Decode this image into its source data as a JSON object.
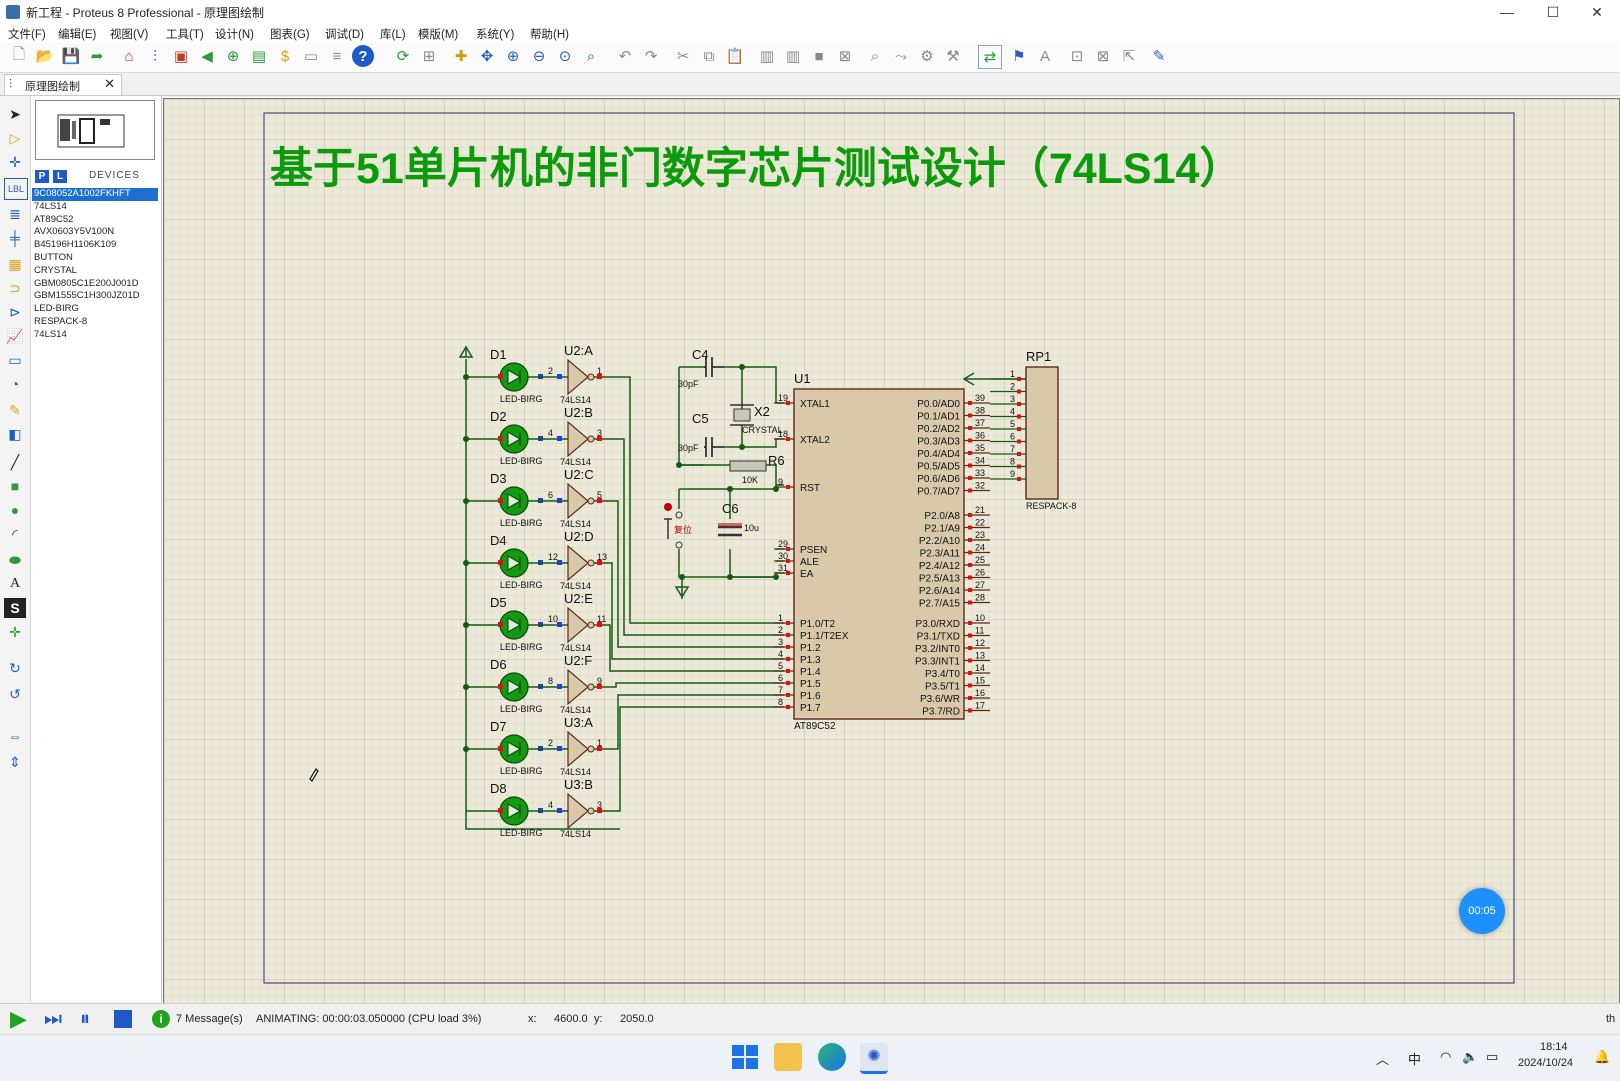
{
  "window": {
    "title": "新工程 - Proteus 8 Professional - 原理图绘制",
    "minimize": "—",
    "maximize": "☐",
    "close": "✕"
  },
  "menu": [
    "文件(F)",
    "编辑(E)",
    "视图(V)",
    "工具(T)",
    "设计(N)",
    "图表(G)",
    "调试(D)",
    "库(L)",
    "模版(M)",
    "系统(Y)",
    "帮助(H)"
  ],
  "tab": {
    "label": "原理图绘制",
    "close": "✕"
  },
  "devices": {
    "p_button": "P",
    "l_button": "L",
    "header": "DEVICES",
    "items": [
      "9C08052A1002FKHFT",
      "74LS14",
      "AT89C52",
      "AVX0603Y5V100N",
      "B45196H1106K109",
      "BUTTON",
      "CRYSTAL",
      "GBM0805C1E200J001D",
      "GBM1555C1H300JZ01D",
      "LED-BIRG",
      "RESPACK-8",
      "74LS14"
    ],
    "selected_index": 0
  },
  "schematic": {
    "title": "基于51单片机的非门数字芯片测试设计（74LS14）",
    "title_color": "#0a9a0a",
    "leds": [
      {
        "ref": "D1",
        "value": "LED-BIRG"
      },
      {
        "ref": "D2",
        "value": "LED-BIRG"
      },
      {
        "ref": "D3",
        "value": "LED-BIRG"
      },
      {
        "ref": "D4",
        "value": "LED-BIRG"
      },
      {
        "ref": "D5",
        "value": "LED-BIRG"
      },
      {
        "ref": "D6",
        "value": "LED-BIRG"
      },
      {
        "ref": "D7",
        "value": "LED-BIRG"
      },
      {
        "ref": "D8",
        "value": "LED-BIRG"
      }
    ],
    "gates": [
      {
        "ref": "U2:A",
        "in": "2",
        "out": "1",
        "part": "74LS14"
      },
      {
        "ref": "U2:B",
        "in": "4",
        "out": "3",
        "part": "74LS14"
      },
      {
        "ref": "U2:C",
        "in": "6",
        "out": "5",
        "part": "74LS14"
      },
      {
        "ref": "U2:D",
        "in": "12",
        "out": "13",
        "part": "74LS14"
      },
      {
        "ref": "U2:E",
        "in": "10",
        "out": "11",
        "part": "74LS14"
      },
      {
        "ref": "U2:F",
        "in": "8",
        "out": "9",
        "part": "74LS14"
      },
      {
        "ref": "U3:A",
        "in": "2",
        "out": "1",
        "part": "74LS14"
      },
      {
        "ref": "U3:B",
        "in": "4",
        "out": "3",
        "part": "74LS14"
      }
    ],
    "c4": {
      "ref": "C4",
      "value": "30pF"
    },
    "c5": {
      "ref": "C5",
      "value": "30pF"
    },
    "x2": {
      "ref": "X2",
      "value": "CRYSTAL"
    },
    "r6": {
      "ref": "R6",
      "value": "10K"
    },
    "c6": {
      "ref": "C6",
      "value": "10u"
    },
    "reset_label": "复位",
    "mcu": {
      "ref": "U1",
      "part": "AT89C52",
      "left_pins": [
        {
          "num": "19",
          "name": "XTAL1"
        },
        {
          "num": "18",
          "name": "XTAL2"
        },
        {
          "num": "9",
          "name": "RST"
        },
        {
          "num": "29",
          "name": "PSEN"
        },
        {
          "num": "30",
          "name": "ALE"
        },
        {
          "num": "31",
          "name": "EA"
        },
        {
          "num": "1",
          "name": "P1.0/T2"
        },
        {
          "num": "2",
          "name": "P1.1/T2EX"
        },
        {
          "num": "3",
          "name": "P1.2"
        },
        {
          "num": "4",
          "name": "P1.3"
        },
        {
          "num": "5",
          "name": "P1.4"
        },
        {
          "num": "6",
          "name": "P1.5"
        },
        {
          "num": "7",
          "name": "P1.6"
        },
        {
          "num": "8",
          "name": "P1.7"
        }
      ],
      "right_pins": [
        {
          "num": "39",
          "name": "P0.0/AD0"
        },
        {
          "num": "38",
          "name": "P0.1/AD1"
        },
        {
          "num": "37",
          "name": "P0.2/AD2"
        },
        {
          "num": "36",
          "name": "P0.3/AD3"
        },
        {
          "num": "35",
          "name": "P0.4/AD4"
        },
        {
          "num": "34",
          "name": "P0.5/AD5"
        },
        {
          "num": "33",
          "name": "P0.6/AD6"
        },
        {
          "num": "32",
          "name": "P0.7/AD7"
        },
        {
          "num": "21",
          "name": "P2.0/A8"
        },
        {
          "num": "22",
          "name": "P2.1/A9"
        },
        {
          "num": "23",
          "name": "P2.2/A10"
        },
        {
          "num": "24",
          "name": "P2.3/A11"
        },
        {
          "num": "25",
          "name": "P2.4/A12"
        },
        {
          "num": "26",
          "name": "P2.5/A13"
        },
        {
          "num": "27",
          "name": "P2.6/A14"
        },
        {
          "num": "28",
          "name": "P2.7/A15"
        },
        {
          "num": "10",
          "name": "P3.0/RXD"
        },
        {
          "num": "11",
          "name": "P3.1/TXD"
        },
        {
          "num": "12",
          "name": "P3.2/INT0"
        },
        {
          "num": "13",
          "name": "P3.3/INT1"
        },
        {
          "num": "14",
          "name": "P3.4/T0"
        },
        {
          "num": "15",
          "name": "P3.5/T1"
        },
        {
          "num": "16",
          "name": "P3.6/WR"
        },
        {
          "num": "17",
          "name": "P3.7/RD"
        }
      ]
    },
    "rp1": {
      "ref": "RP1",
      "part": "RESPACK-8",
      "pins": [
        "1",
        "2",
        "3",
        "4",
        "5",
        "6",
        "7",
        "8",
        "9"
      ]
    }
  },
  "timer": "00:05",
  "status": {
    "messages": "7 Message(s)",
    "animating": "ANIMATING: 00:00:03.050000 (CPU load 3%)",
    "x_label": "x:",
    "x_value": "4600.0",
    "y_label": "y:",
    "y_value": "2050.0",
    "right": "th"
  },
  "tray": {
    "ime": "中",
    "time": "18:14",
    "date": "2024/10/24"
  }
}
